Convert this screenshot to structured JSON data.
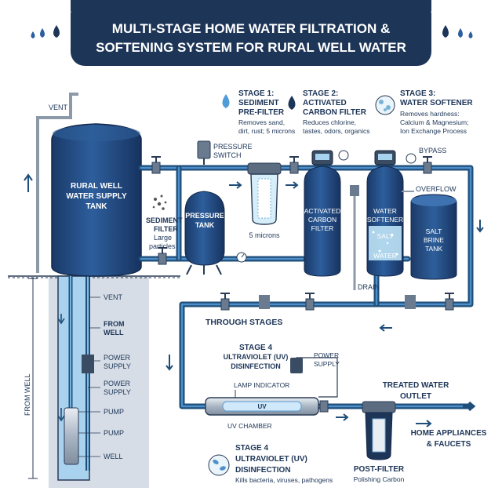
{
  "title": {
    "line1": "MULTI-STAGE HOME WATER FILTRATION &",
    "line2": "SOFTENING SYSTEM FOR RURAL WELL WATER"
  },
  "tank": {
    "vent_label": "VENT",
    "line1": "RURAL WELL",
    "line2": "WATER SUPPLY",
    "line3": "TANK"
  },
  "well": {
    "vent": "VENT",
    "from_well_line1": "FROM",
    "from_well_line2": "WELL",
    "power_supply_1_line1": "POWER",
    "power_supply_1_line2": "SUPPLY",
    "power_supply_2_line1": "POWER",
    "power_supply_2_line2": "SUPPLY",
    "pump_1": "PUMP",
    "pump_2": "PUMP",
    "well": "WELL",
    "from_well_vertical": "FROM WELL"
  },
  "sediment": {
    "line1": "SEDIMENT",
    "line2": "FILTER",
    "line3": "Large",
    "line4": "particles"
  },
  "pressure_switch": {
    "line1": "PRESSURE",
    "line2": "SWITCH"
  },
  "pressure_tank": {
    "line1": "PRESSURE",
    "line2": "TANK"
  },
  "stage1": {
    "line1": "STAGE 1:",
    "line2": "SEDIMENT",
    "line3": "PRE-FILTER",
    "desc1": "Removes sand,",
    "desc2": "dirt, rust; 5 microns",
    "microns": "5 microns"
  },
  "stage2": {
    "line1": "STAGE 2:",
    "line2": "ACTIVATED",
    "line3": "CARBON FILTER",
    "desc1": "Reduces chlorine,",
    "desc2": "tastes, odors, organics",
    "tank1": "ACTIVATED",
    "tank2": "CARBON",
    "tank3": "FILTER",
    "drain": "DRAIN"
  },
  "stage3": {
    "line1": "STAGE 3:",
    "line2": "WATER SOFTENER",
    "desc1": "Removes hardness:",
    "desc2": "Calcium & Magnesium;",
    "desc3": "Ion Exchange Process",
    "bypass": "BYPASS",
    "overflow": "OVERFLOW",
    "tank1": "WATER",
    "tank2": "SOFTENER",
    "salt": "SALT",
    "water": "WATER",
    "brine1": "SALT",
    "brine2": "BRINE",
    "brine3": "TANK"
  },
  "through_stages": "THROUGH STAGES",
  "stage4": {
    "line1": "STAGE 4",
    "line2": "ULTRAVIOLET (UV)",
    "line3": "DISINFECTION",
    "power1": "POWER",
    "power2": "SUPPLY",
    "lamp": "LAMP INDICATOR",
    "uv": "UV",
    "chamber": "UV CHAMBER"
  },
  "stage4_detail": {
    "line1": "STAGE 4",
    "line2": "ULTRAVIOLET (UV)",
    "line3": "DISINFECTION",
    "desc": "Kills bacteria, viruses, pathogens"
  },
  "outlet": {
    "line1": "TREATED WATER",
    "line2": "OUTLET",
    "homes1": "HOME APPLIANCES",
    "homes2": "& FAUCETS"
  },
  "post_filter": {
    "line1": "POST-FILTER",
    "line2": "Polishing Carbon"
  },
  "colors": {
    "navy": "#1d3557",
    "pipe": "#1f4e79",
    "tank": "#234a80",
    "water": "#bfe3f6",
    "well_bg": "#d6dde6"
  }
}
